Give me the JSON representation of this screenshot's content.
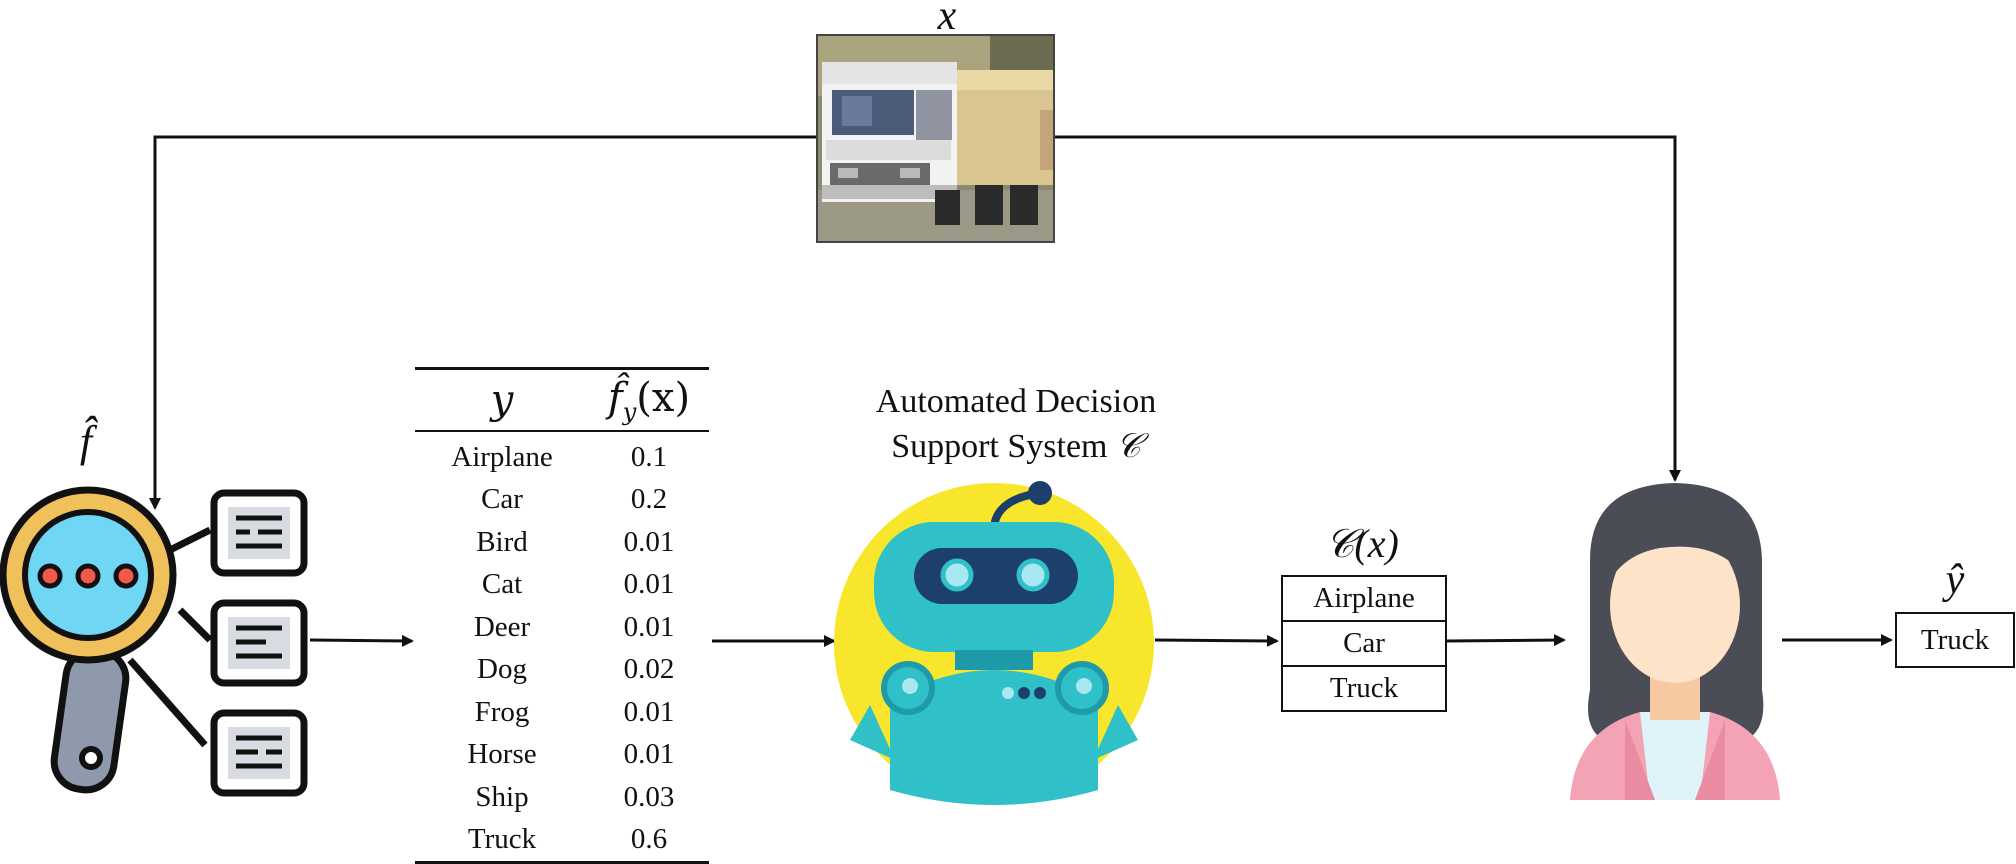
{
  "input": {
    "symbol": "x",
    "image_subject": "truck"
  },
  "model": {
    "symbol": "f̂"
  },
  "table": {
    "col_y": "y",
    "col_f_main": "f̂",
    "col_f_sub": "y",
    "col_f_arg": "(x)",
    "rows": [
      {
        "label": "Airplane",
        "value": "0.1"
      },
      {
        "label": "Car",
        "value": "0.2"
      },
      {
        "label": "Bird",
        "value": "0.01"
      },
      {
        "label": "Cat",
        "value": "0.01"
      },
      {
        "label": "Deer",
        "value": "0.01"
      },
      {
        "label": "Dog",
        "value": "0.02"
      },
      {
        "label": "Frog",
        "value": "0.01"
      },
      {
        "label": "Horse",
        "value": "0.01"
      },
      {
        "label": "Ship",
        "value": "0.03"
      },
      {
        "label": "Truck",
        "value": "0.6"
      }
    ]
  },
  "system": {
    "title_line1": "Automated Decision",
    "title_line2": "Support System",
    "symbol": "𝒞"
  },
  "prediction_set": {
    "label": "𝒞(x)",
    "items": [
      "Airplane",
      "Car",
      "Truck"
    ]
  },
  "output": {
    "symbol": "ŷ",
    "value": "Truck"
  },
  "colors": {
    "robot_bg": "#f7e62b",
    "robot_body": "#2fc0c8",
    "robot_dark": "#1d3f6b",
    "magnifier_ring": "#f0c05a",
    "magnifier_lens": "#6fd6f3",
    "person_hair": "#4a4d55",
    "person_skin": "#fde3c8",
    "person_shirt": "#f3a3b4"
  }
}
